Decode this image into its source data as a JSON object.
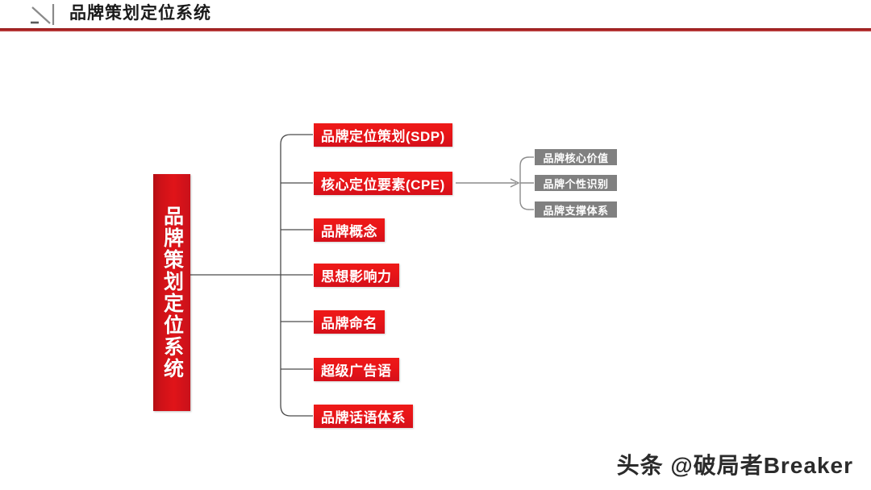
{
  "header": {
    "title": "品牌策划定位系统",
    "icon": "diagonal-arrow-icon",
    "rule_color": "#a82222"
  },
  "diagram": {
    "type": "tree",
    "root": {
      "label": "品牌策划定位系统",
      "orientation": "vertical",
      "color": "#d5101a"
    },
    "branches": [
      {
        "label": "品牌定位策划(SDP)",
        "color": "#e81518"
      },
      {
        "label": "核心定位要素(CPE)",
        "color": "#e81518"
      },
      {
        "label": "品牌概念",
        "color": "#e81518"
      },
      {
        "label": "思想影响力",
        "color": "#e81518"
      },
      {
        "label": "品牌命名",
        "color": "#e81518"
      },
      {
        "label": "超级广告语",
        "color": "#e81518"
      },
      {
        "label": "品牌话语体系",
        "color": "#e81518"
      }
    ],
    "sub_branches": {
      "parent": "核心定位要素(CPE)",
      "color": "#808080",
      "items": [
        {
          "label": "品牌核心价值"
        },
        {
          "label": "品牌个性识别"
        },
        {
          "label": "品牌支撑体系"
        }
      ]
    }
  },
  "watermark": {
    "text": "头条 @破局者Breaker"
  }
}
